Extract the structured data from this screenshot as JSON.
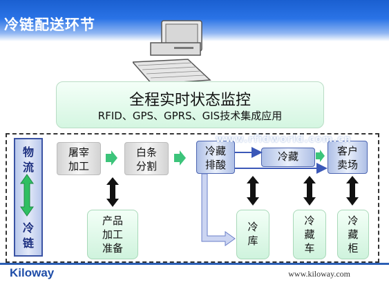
{
  "header": {
    "title": "冷链配送环节"
  },
  "monitor": {
    "title": "全程实时状态监控",
    "subtitle": "RFID、GPS、GPRS、GIS技术集成应用"
  },
  "side_label": {
    "top": [
      "物",
      "流"
    ],
    "bottom": [
      "冷",
      "链"
    ]
  },
  "process": {
    "slaughter": [
      "屠宰",
      "加工"
    ],
    "split": [
      "白条",
      "分割"
    ],
    "chill": [
      "冷藏",
      "排酸"
    ],
    "cold_store": "冷藏",
    "customer": [
      "客户",
      "卖场"
    ]
  },
  "support": {
    "prep": [
      "产品",
      "加工",
      "准备"
    ],
    "warehouse": [
      "冷",
      "库"
    ],
    "truck": [
      "冷",
      "藏",
      "车"
    ],
    "cabinet": [
      "冷",
      "藏",
      "柜"
    ]
  },
  "watermark": "www.rfidworld.com.cn",
  "footer": {
    "logo": "Kiloway",
    "url": "www.kiloway.com"
  },
  "colors": {
    "header_blue": "#2a73e6",
    "arrow_green": "#3cc47a",
    "arrow_black": "#111111",
    "frame_blue": "#4a63b0"
  }
}
